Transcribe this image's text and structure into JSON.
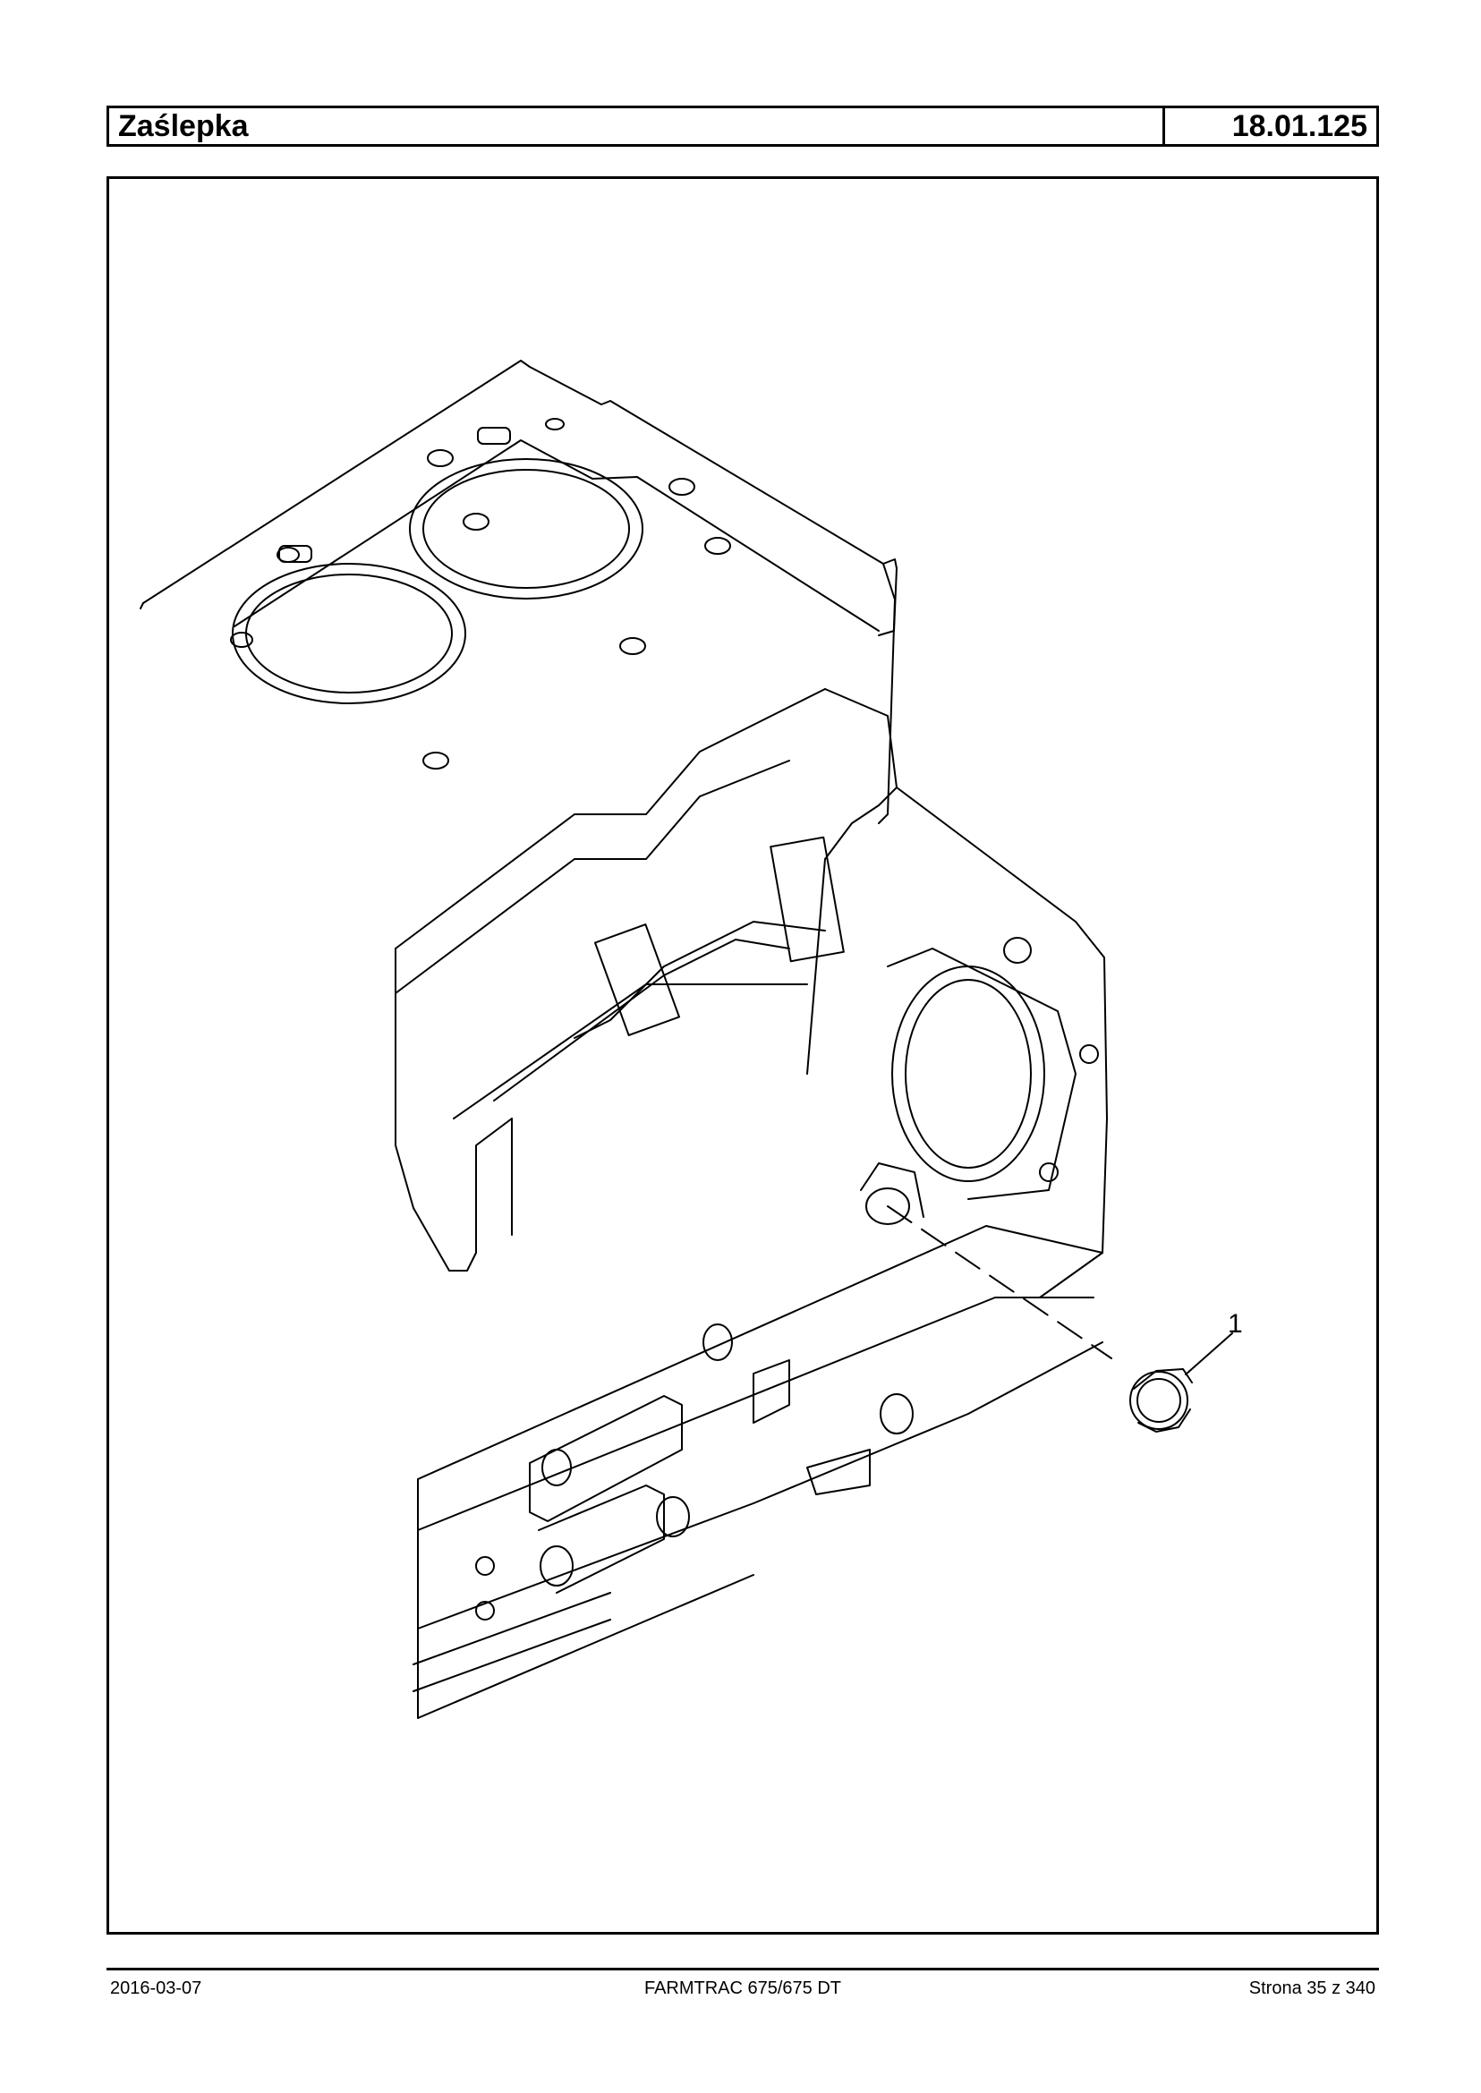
{
  "header": {
    "title": "Zaślepka",
    "code": "18.01.125"
  },
  "diagram": {
    "callouts": [
      {
        "label": "1"
      }
    ]
  },
  "footer": {
    "date": "2016-03-07",
    "model": "FARMTRAC 675/675 DT",
    "page": "Strona 35 z 340"
  }
}
